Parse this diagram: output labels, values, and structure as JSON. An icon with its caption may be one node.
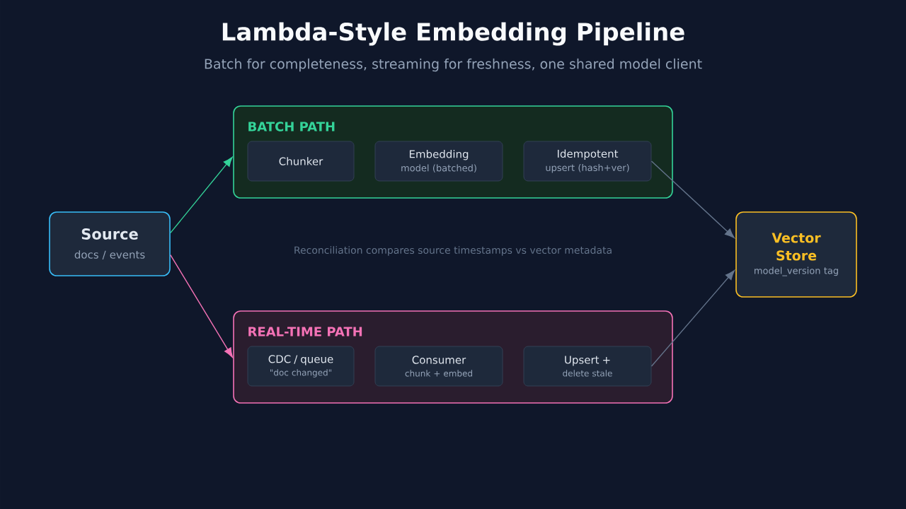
{
  "diagram": {
    "title": "Lambda-Style Embedding Pipeline",
    "nodes": [
      {
        "text": [
          "Source",
          "docs / events"
        ]
      },
      {
        "text": [
          "BATCH PATH"
        ]
      },
      {
        "text": [
          "Chunker"
        ],
        "in": 1
      },
      {
        "text": [
          "Embedding",
          "model (batched)"
        ],
        "in": 1
      },
      {
        "text": [
          "Idempotent",
          "upsert (hash+ver)"
        ],
        "in": 1
      },
      {
        "text": [
          "REAL-TIME PATH"
        ]
      },
      {
        "text": [
          "CDC / queue",
          "\"doc changed\""
        ],
        "in": 5
      },
      {
        "text": [
          "Consumer",
          "chunk + embed"
        ],
        "in": 5
      },
      {
        "text": [
          "Upsert +",
          "delete stale"
        ],
        "in": 5
      },
      {
        "text": [
          "Vector Store",
          "model_version tag"
        ]
      }
    ],
    "edges": [
      {
        "from": 0,
        "to": 1,
        "arrow": "to",
        "color": "#34d399"
      },
      {
        "from": 0,
        "to": 5,
        "arrow": "to",
        "color": "#f472b6"
      },
      {
        "from": 4,
        "to": 9,
        "arrow": "to",
        "color": "#64748b"
      },
      {
        "from": 8,
        "to": 9,
        "arrow": "to",
        "color": "#64748b"
      }
    ],
    "labels": [
      "Batch for completeness, streaming for freshness, one shared model client",
      "Reconciliation compares source timestamps vs vector metadata"
    ]
  }
}
